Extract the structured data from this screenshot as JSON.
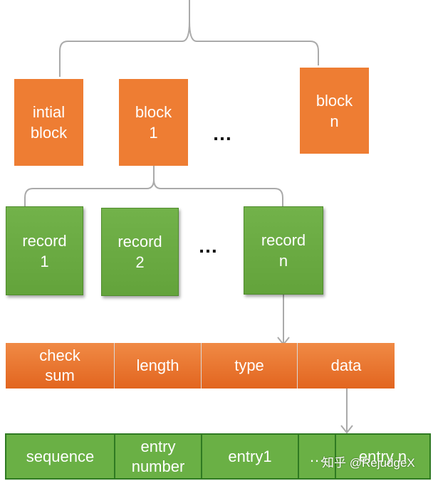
{
  "top_blocks": {
    "initial": "intial\nblock",
    "block1": "block\n1",
    "ellipsis": "…",
    "blockn": "block\nn"
  },
  "records": {
    "record1": "record\n1",
    "record2": "record\n2",
    "ellipsis": "…",
    "recordn": "record\nn"
  },
  "record_fields": [
    "check\nsum",
    "length",
    "type",
    "data"
  ],
  "data_fields": [
    "sequence",
    "entry\nnumber",
    "entry1",
    "…",
    "entry n"
  ],
  "watermark": "知乎 @RejudgeX",
  "colors": {
    "orange": "#ee7d33",
    "green": "#6ab045",
    "connector": "#aaaaaa"
  }
}
